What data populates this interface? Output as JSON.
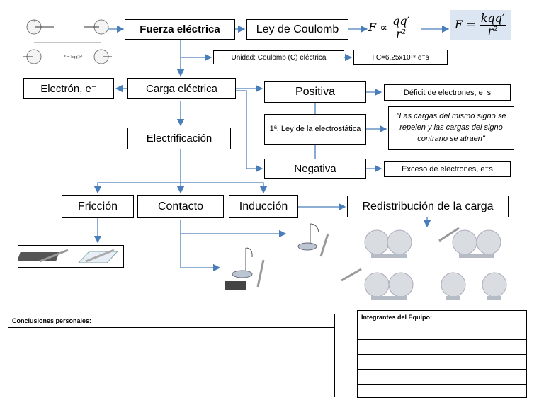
{
  "nodes": {
    "fuerza": "Fuerza eléctrica",
    "ley_coulomb": "Ley de Coulomb",
    "formula_prop_lhs": "F ∝",
    "formula_prop_num": "qq′",
    "formula_prop_den": "r²",
    "formula_eq_lhs": "F =",
    "formula_eq_num": "kqq′",
    "formula_eq_den": "r²",
    "unidad": "Unidad: Coulomb (C) eléctrica",
    "conversion": "I C=6.25x10¹⁸ e⁻s",
    "electron": "Electrón, e⁻",
    "carga": "Carga eléctrica",
    "positiva": "Positiva",
    "deficit": "Déficit de electrones, e⁻s",
    "ley_electro": "1ª. Ley de la electrostática",
    "cita": "\"Las cargas del mismo signo se repelen y las cargas del signo contrario se atraen\"",
    "negativa": "Negativa",
    "exceso": "Exceso de electrones, e⁻s",
    "electrificacion": "Electrificación",
    "friccion": "Fricción",
    "contacto": "Contacto",
    "induccion": "Inducción",
    "redistribucion": "Redistribución de la carga"
  },
  "panels": {
    "conclusiones_title": "Conclusiones personales:",
    "integrantes_title": "Integrantes del Equipo:"
  },
  "colors": {
    "arrow": "#4a7ebb",
    "formula_bg": "#dce6f2",
    "sphere": "#d9dde2"
  }
}
